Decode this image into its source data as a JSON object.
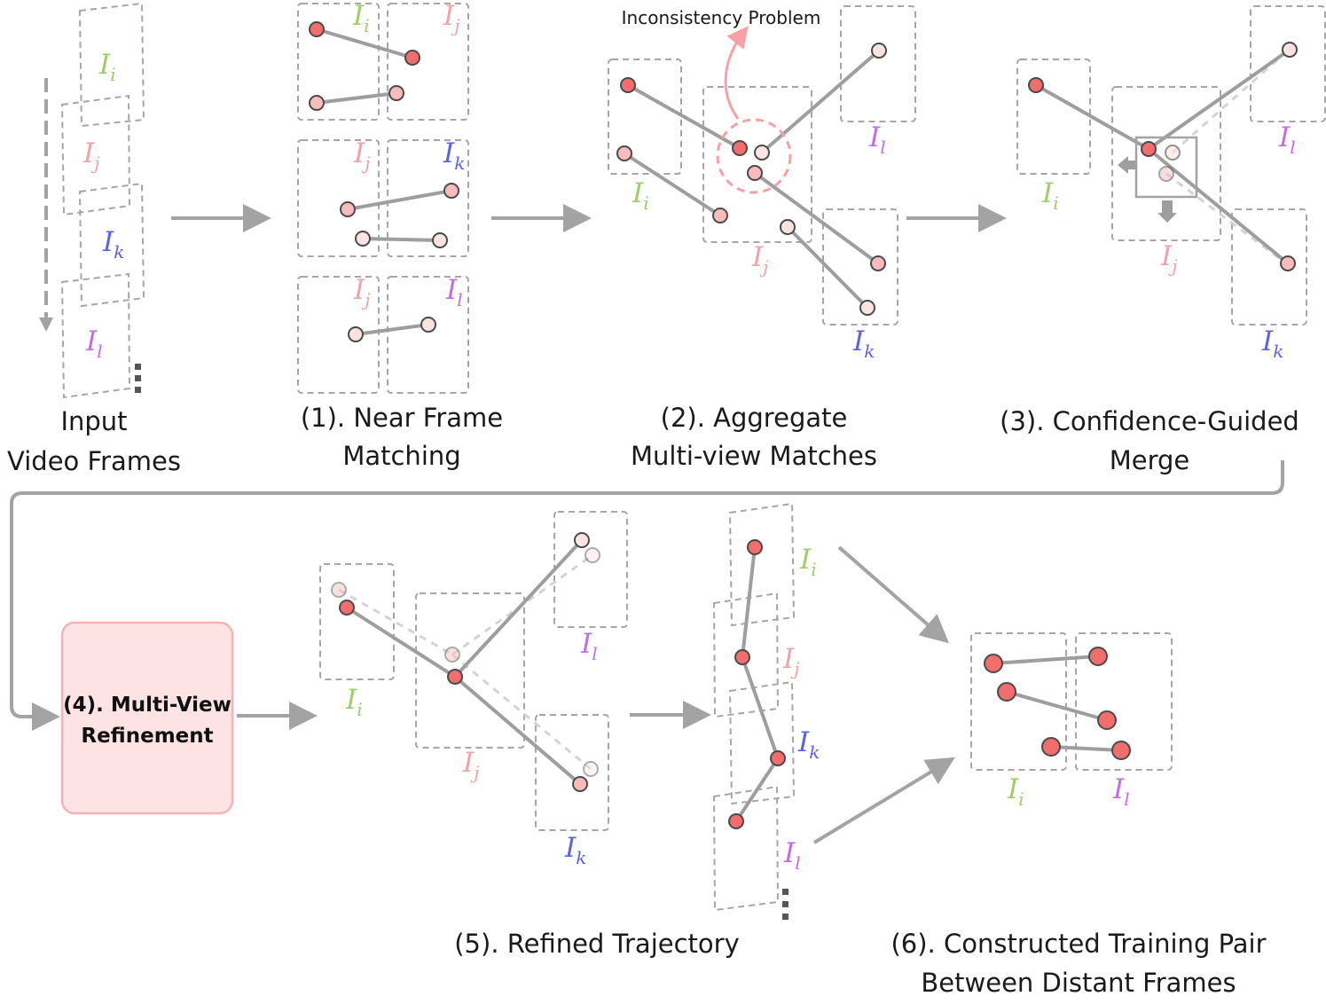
{
  "frames": {
    "i": {
      "letter": "I",
      "sub": "i",
      "color": "#9fce68"
    },
    "j": {
      "letter": "I",
      "sub": "j",
      "color": "#f0a3a8"
    },
    "k": {
      "letter": "I",
      "sub": "k",
      "color": "#5b63e6"
    },
    "l": {
      "letter": "I",
      "sub": "l",
      "color": "#c46ce8"
    }
  },
  "colors": {
    "point_strong": "#f26d6d",
    "point_medium": "#f8bcbc",
    "point_light": "#fde3e3",
    "line": "#9e9e9e",
    "problem": "#f7a1a6",
    "refine_fill": "#fde3e4"
  },
  "steps": {
    "input": {
      "line1": "Input",
      "line2": "Video Frames"
    },
    "s1": {
      "line1": "(1). Near Frame",
      "line2": "Matching"
    },
    "s2": {
      "line1": "(2). Aggregate",
      "line2": "Multi-view Matches",
      "annotation": "Inconsistency Problem"
    },
    "s3": {
      "line1": "(3). Confidence-Guided",
      "line2": "Merge"
    },
    "s4": {
      "line1": "(4). Multi-View",
      "line2": "Refinement"
    },
    "s5": {
      "line1": "(5). Refined Trajectory"
    },
    "s6": {
      "line1": "(6). Constructed Training Pair",
      "line2": "Between Distant Frames"
    }
  },
  "icons": {
    "flow_arrow": "arrow-right-icon",
    "continuation": "vertical-ellipsis-icon",
    "merge_arrows": "down-left-arrows-icon"
  }
}
